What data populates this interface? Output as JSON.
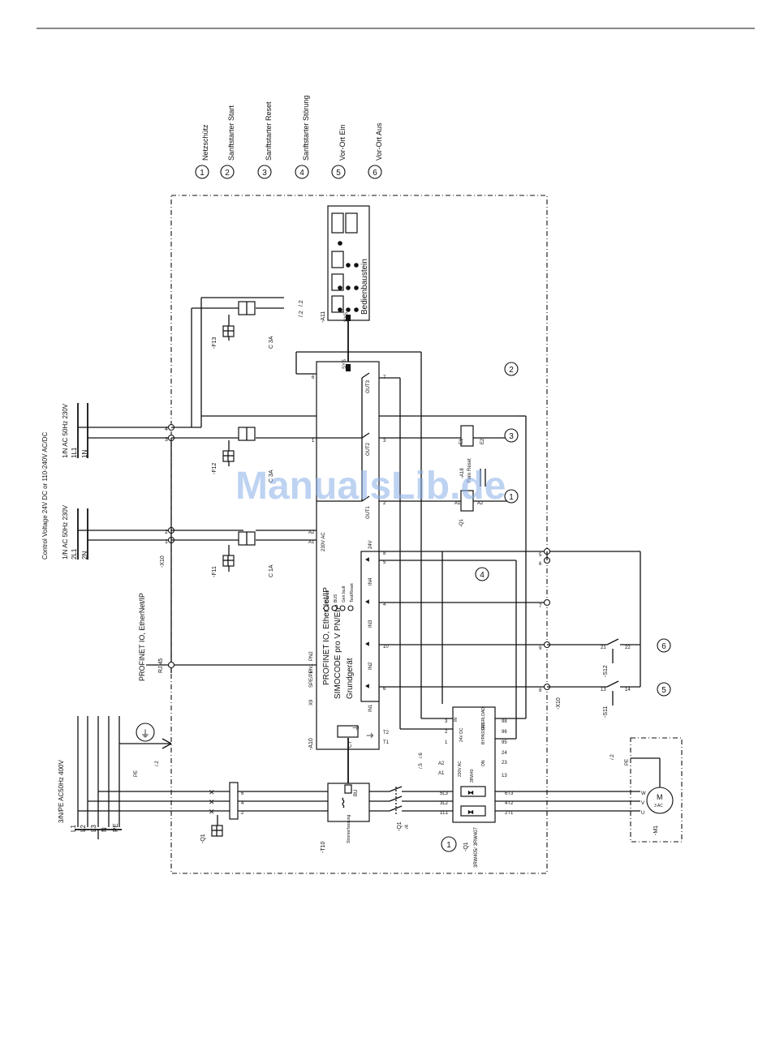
{
  "legend": [
    {
      "num": "1",
      "label": "Netzschütz"
    },
    {
      "num": "2",
      "label": "Sanftstarter Start"
    },
    {
      "num": "3",
      "label": "Sanftstarter Reset"
    },
    {
      "num": "4",
      "label": "Sanftstarter Störung"
    },
    {
      "num": "5",
      "label": "Vor-Ort Ein"
    },
    {
      "num": "6",
      "label": "Vor-Ort Aus"
    }
  ],
  "supply": {
    "control_voltage": "Control Voltage 24V DC or 110-240V AC/DC",
    "ac1": "1/N AC 50Hz 230V",
    "ac1_l": "1L1",
    "ac1_n": "1N",
    "ac2": "1/N AC 50Hz 230V",
    "ac2_l": "2L1",
    "ac2_n": "2N",
    "main": "3/N/PE AC50Hz 400V",
    "main_conductors": [
      "L1",
      "L2",
      "L3",
      "N",
      "PE"
    ],
    "profinet": "PROFINET IO, EtherNet/IP"
  },
  "devices": {
    "f13": "-F13",
    "f13_rating": "C 3A",
    "f12": "-F12",
    "f12_rating": "C 3A",
    "f11": "-F11",
    "f11_rating": "C 1A",
    "x10": "-X10",
    "a11": "-A11",
    "bedien": "Bedienbaustein",
    "sys": "SYS",
    "a10": "-A10",
    "simocode_1": "PROFINET IO, EtherNet/IP",
    "simocode_2": "SIMOCODE pro V PN/EIP",
    "simocode_3": "Grundgerät",
    "leds": [
      "Device",
      "BUS",
      "Gen.fault",
      "Test/Reset"
    ],
    "out1": "OUT1",
    "out2": "OUT2",
    "out3": "OUT3",
    "in": [
      "IN1",
      "IN2",
      "IN3",
      "IN4"
    ],
    "v230": "230V AC",
    "v24": "24V",
    "spe": "SPE/PE",
    "pn1": "PN1",
    "pn2": "PN2",
    "rj45": "RJ 45",
    "x9": "X9",
    "ct": "CT",
    "t10": "-T10",
    "t10_label": "Stromerfassung",
    "bu": "BU",
    "q1": "-Q1",
    "q1_ref": "/4",
    "q1b": "-Q1",
    "q1b_model": "3RW405/ 3RW407",
    "rw40": "3RW40",
    "a18": "-A18",
    "fern_reset": "Fern Reset",
    "s11": "-S11",
    "s12": "-S12",
    "m1": "-M1",
    "motor_m": "M",
    "motor_ac": "3 AC",
    "pe": "PE",
    "ref_2": "/.2",
    "ref_5": "/.5",
    "ref_6": "/.6",
    "e1": "E1",
    "e2": "E2",
    "in_pm": "IN",
    "v24dc": "24V DC",
    "v230ac": "230V AC",
    "on": "ON",
    "byp": "BYPASSED",
    "overload": "OVERLOAD"
  },
  "watermark": "ManualsLib.de"
}
